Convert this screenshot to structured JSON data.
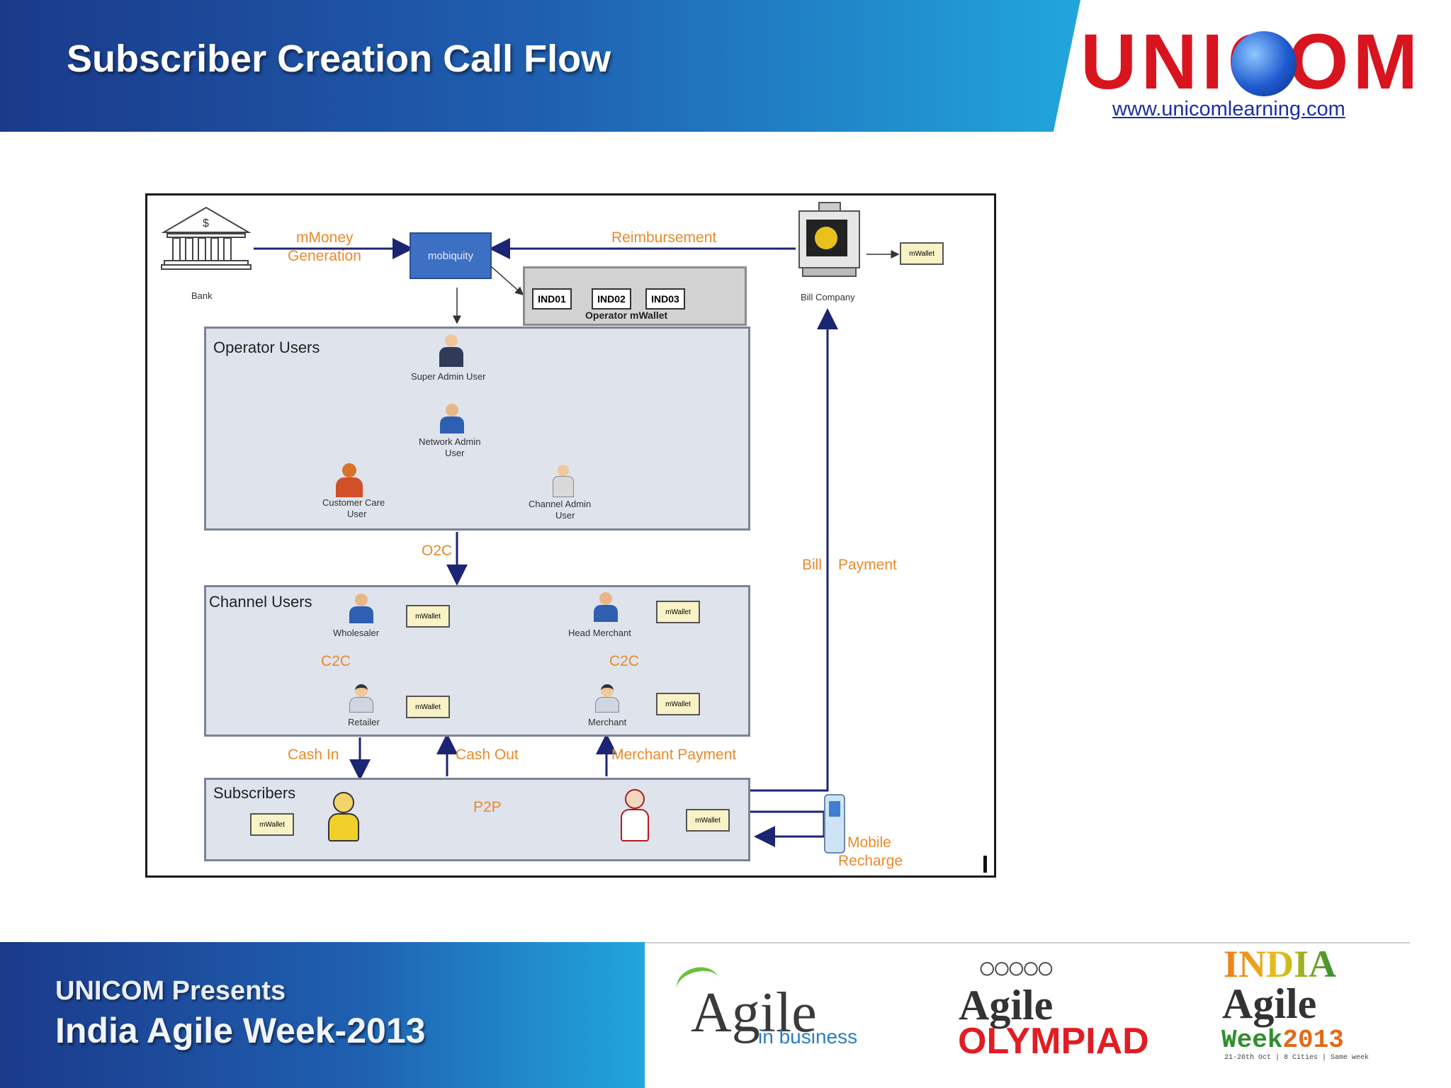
{
  "slide": {
    "title": "Subscriber Creation Call Flow",
    "brand_text": "UNICOM",
    "brand_url": "www.unicomlearning.com"
  },
  "diagram": {
    "bank_label": "Bank",
    "mmoney_line1": "mMoney",
    "mmoney_line2": "Generation",
    "mobiquity_label": "mobiquity",
    "reimbursement_label": "Reimbursement",
    "bill_company_label": "Bill Company",
    "operator_wallets": [
      "IND01",
      "IND02",
      "IND03"
    ],
    "operator_mwallet_label": "Operator mWallet",
    "wallet_label": "mWallet",
    "operator_users": {
      "title": "Operator Users",
      "super_admin": "Super Admin User",
      "network_admin_line1": "Network Admin",
      "network_admin_line2": "User",
      "customer_care_line1": "Customer Care",
      "customer_care_line2": "User",
      "channel_admin_line1": "Channel Admin",
      "channel_admin_line2": "User"
    },
    "o2c_label": "O2C",
    "bill_label": "Bill",
    "payment_label": "Payment",
    "channel_users": {
      "title": "Channel Users",
      "wholesaler": "Wholesaler",
      "head_merchant": "Head Merchant",
      "retailer": "Retailer",
      "merchant": "Merchant",
      "c2c_left": "C2C",
      "c2c_right": "C2C"
    },
    "cash_in_label": "Cash In",
    "cash_out_label": "Cash Out",
    "merchant_payment_label": "Merchant Payment",
    "subscribers": {
      "title": "Subscribers",
      "p2p_label": "P2P"
    },
    "mobile_line1": "Mobile",
    "mobile_line2": "Recharge"
  },
  "footer": {
    "presents": "UNICOM Presents",
    "event": "India Agile Week-2013",
    "agile_in_business_word": "Agile",
    "agile_in_business_sub": "in business",
    "olympiad_agile": "Agile",
    "olympiad_word": "OLYMPIAD",
    "india_word": "INDIA",
    "india_agile": "Agile",
    "week_word": "Week",
    "week_year": "2013",
    "week_tagline": "21-26th Oct | 8 Cities | Same week"
  }
}
